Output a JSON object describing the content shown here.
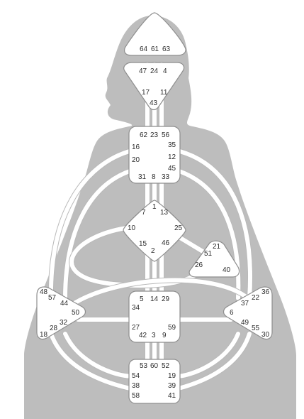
{
  "colors": {
    "silhouette": "#bdbdbd",
    "center_fill": "#ffffff",
    "center_stroke": "#8e8e8e",
    "channel": "#ffffff",
    "text": "#2b2b2b"
  },
  "centers": {
    "head": {
      "gates": [
        "64",
        "61",
        "63"
      ]
    },
    "ajna": {
      "gates": [
        "47",
        "24",
        "4",
        "17",
        "11",
        "43"
      ]
    },
    "throat": {
      "gates": [
        "62",
        "23",
        "56",
        "16",
        "35",
        "20",
        "12",
        "45",
        "31",
        "8",
        "33"
      ]
    },
    "g": {
      "gates": [
        "1",
        "7",
        "13",
        "10",
        "25",
        "15",
        "46",
        "2"
      ]
    },
    "heart": {
      "gates": [
        "21",
        "51",
        "26",
        "40"
      ]
    },
    "spleen": {
      "gates": [
        "48",
        "57",
        "44",
        "50",
        "32",
        "28",
        "18"
      ]
    },
    "sacral": {
      "gates": [
        "5",
        "14",
        "29",
        "34",
        "27",
        "59",
        "42",
        "3",
        "9"
      ]
    },
    "solar_plexus": {
      "gates": [
        "36",
        "22",
        "37",
        "6",
        "49",
        "55",
        "30"
      ]
    },
    "root": {
      "gates": [
        "53",
        "60",
        "52",
        "54",
        "19",
        "38",
        "39",
        "58",
        "41"
      ]
    }
  }
}
